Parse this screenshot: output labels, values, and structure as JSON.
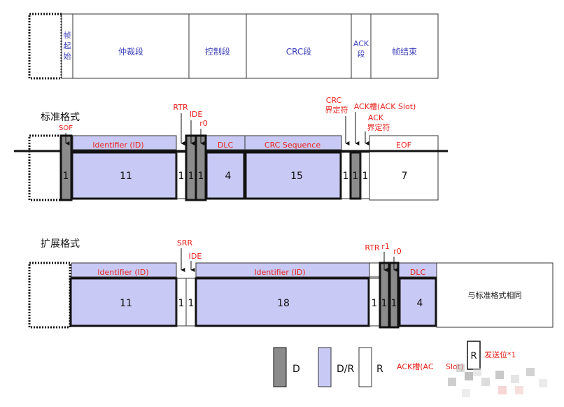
{
  "colors": {
    "dominant": "#8b8b8b",
    "recessive_dominant": "#c9c9f5",
    "recessive": "#ffffff",
    "label_red": "#e8231c",
    "label_blue": "#3b3fb8"
  },
  "overview": {
    "sof": "帧起始",
    "arbitration": "仲裁段",
    "control": "控制段",
    "crc": "CRC段",
    "ack": "ACK段",
    "eof": "帧结束"
  },
  "standard": {
    "title": "标准格式",
    "labels": {
      "sof": "SOF",
      "rtr": "RTR",
      "ide": "IDE",
      "r0": "r0",
      "crc_delimiter": "CRC\n界定符",
      "ack_slot": "ACK槽(ACK Slot)",
      "ack_delimiter": "ACK\n界定符"
    },
    "fields": {
      "identifier": "Identifier (ID)",
      "dlc": "DLC",
      "crc_sequence": "CRC Sequence",
      "eof": "EOF"
    },
    "bits": {
      "sof": "1",
      "identifier": "11",
      "rtr": "1",
      "ide": "1",
      "r0": "1",
      "dlc": "4",
      "crc_sequence": "15",
      "crc_delimiter": "1",
      "ack_slot": "1",
      "ack_delimiter": "1",
      "eof": "7"
    }
  },
  "extended": {
    "title": "扩展格式",
    "labels": {
      "srr": "SRR",
      "ide": "IDE",
      "rtr": "RTR",
      "r1": "r1",
      "r0": "r0"
    },
    "fields": {
      "identifier_base": "Identifier (ID)",
      "identifier_ext": "Identifier (ID)",
      "dlc": "DLC",
      "same_as_standard": "与标准格式相同"
    },
    "bits": {
      "identifier_base": "11",
      "srr": "1",
      "ide": "1",
      "identifier_ext": "18",
      "rtr": "1",
      "r1": "1",
      "r0": "1",
      "dlc": "4"
    }
  },
  "legend": {
    "dominant": "D",
    "dominant_recessive": "D/R",
    "recessive": "R",
    "ack_slot": "ACK槽(AC",
    "ack_slot_tail": "Slot)",
    "transmit_bit_box": "R",
    "transmit_bit": "发送位*1"
  }
}
